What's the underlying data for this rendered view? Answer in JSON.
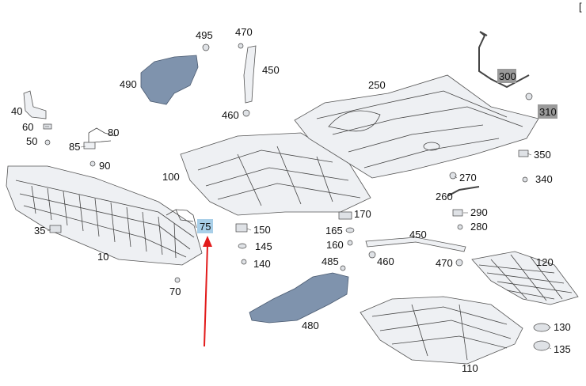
{
  "corner_mark": "[",
  "colors": {
    "highlight_75": "#a9cfe8",
    "highlight_300_310": "#9a9a9a",
    "arrow": "#e21b1b",
    "insulation": "#7f93ad"
  },
  "labels": {
    "p495": "495",
    "p470a": "470",
    "p450a": "450",
    "p490": "490",
    "p460a": "460",
    "p250": "250",
    "p300": "300",
    "p310": "310",
    "p40": "40",
    "p60": "60",
    "p50": "50",
    "p80": "80",
    "p85": "85",
    "p90": "90",
    "p100": "100",
    "p350": "350",
    "p340": "340",
    "p270": "270",
    "p260": "260",
    "p290": "290",
    "p280": "280",
    "p170": "170",
    "p165": "165",
    "p160": "160",
    "p450b": "450",
    "p35": "35",
    "p75": "75",
    "p150": "150",
    "p145": "145",
    "p140": "140",
    "p10": "10",
    "p485": "485",
    "p460b": "460",
    "p470b": "470",
    "p120": "120",
    "p70": "70",
    "p480": "480",
    "p130": "130",
    "p135": "135",
    "p110": "110"
  }
}
